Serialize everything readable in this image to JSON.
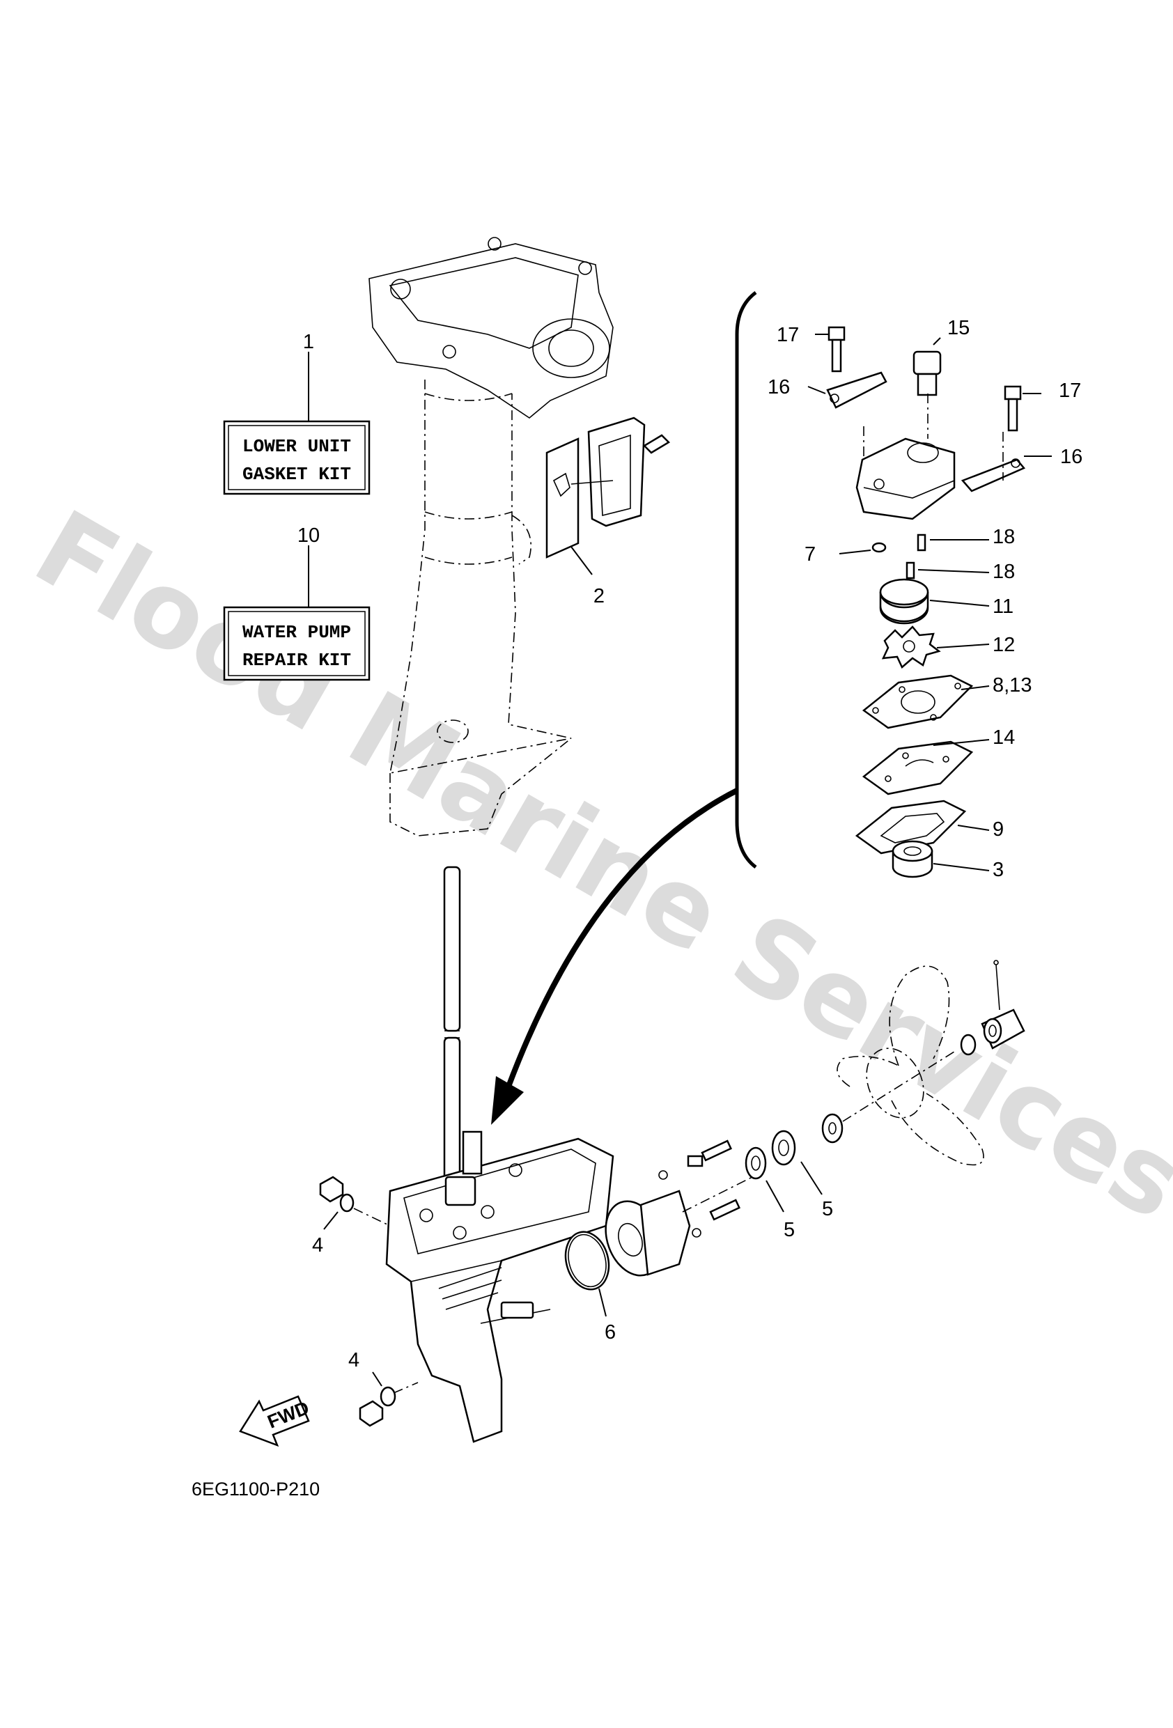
{
  "watermark": "Flood Marine Services",
  "diagram_code": "6EG1100-P210",
  "fwd_label": "FWD",
  "kits": {
    "lower_unit": {
      "number": "1",
      "line1": "LOWER UNIT",
      "line2": "GASKET KIT"
    },
    "water_pump": {
      "number": "10",
      "line1": "WATER PUMP",
      "line2": "REPAIR KIT"
    }
  },
  "callouts": {
    "c2": "2",
    "c3": "3",
    "c4a": "4",
    "c4b": "4",
    "c5a": "5",
    "c5b": "5",
    "c6": "6",
    "c7": "7",
    "c8_13": "8,13",
    "c9": "9",
    "c11": "11",
    "c12": "12",
    "c14": "14",
    "c15": "15",
    "c16a": "16",
    "c16b": "16",
    "c17a": "17",
    "c17b": "17",
    "c18a": "18",
    "c18b": "18"
  }
}
